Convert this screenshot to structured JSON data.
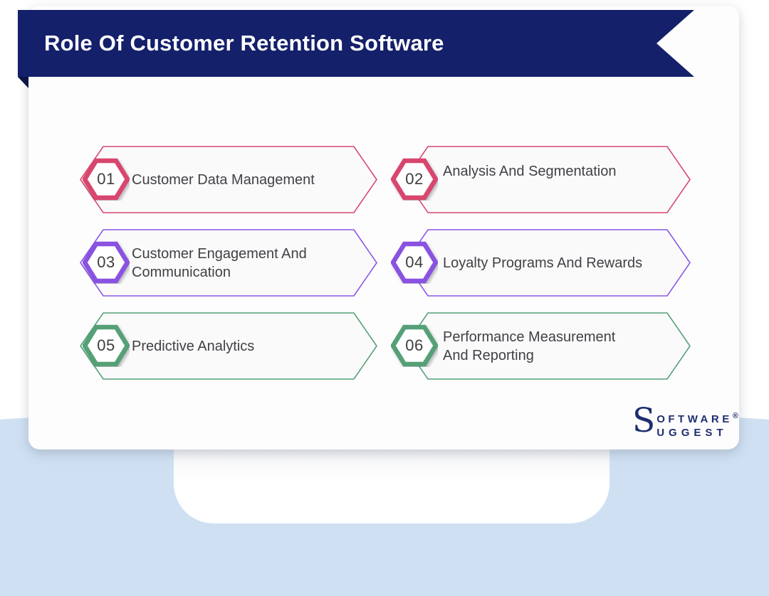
{
  "header": {
    "title": "Role Of Customer Retention Software"
  },
  "items": [
    {
      "number": "01",
      "title": "Customer Data Management",
      "theme_color": "#d8496e"
    },
    {
      "number": "02",
      "title": "Analysis And Segmentation",
      "theme_color": "#d8496e"
    },
    {
      "number": "03",
      "title": "Customer Engagement And\nCommunication",
      "theme_color": "#8b57e6"
    },
    {
      "number": "04",
      "title": "Loyalty Programs And Rewards",
      "theme_color": "#8b57e6"
    },
    {
      "number": "05",
      "title": "Predictive Analytics",
      "theme_color": "#55a077"
    },
    {
      "number": "06",
      "title": "Performance Measurement\nAnd Reporting",
      "theme_color": "#55a077"
    }
  ],
  "logo": {
    "big_letter": "S",
    "line1": "OFTWARE",
    "registered": "®",
    "line2": "UGGEST"
  },
  "colors": {
    "ribbon_navy": "#14206a",
    "ribbon_fold": "#0b1444",
    "pink": "#d8496e",
    "purple": "#8b57e6",
    "green": "#55a077",
    "light_blue": "#cfe0f2",
    "text_dark": "#414146",
    "logo_navy": "#1e2e6e"
  }
}
